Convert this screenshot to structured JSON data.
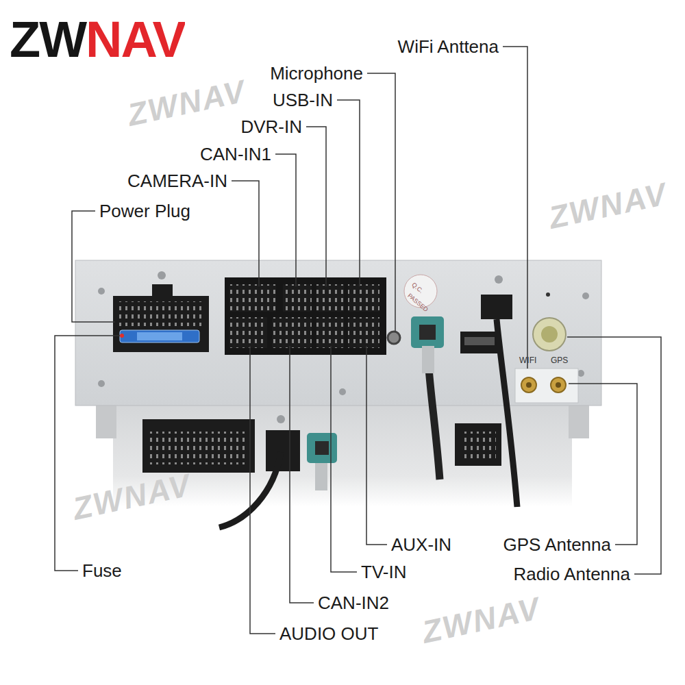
{
  "diagram": {
    "title": "ZWNAV",
    "labels": [
      "WiFi Anttena",
      "Microphone",
      "USB-IN",
      "DVR-IN",
      "CAN-IN1",
      "CAMERA-IN",
      "Power Plug",
      "Fuse",
      "AUDIO OUT",
      "CAN-IN2",
      "TV-IN",
      "AUX-IN",
      "GPS Antenna",
      "Radio Antenna",
      "WIFI",
      "GPS",
      "Q.C.",
      "PASSED",
      "ZWNAV",
      "ZWNAV",
      "ZWNAV",
      "ZWNAV"
    ]
  }
}
